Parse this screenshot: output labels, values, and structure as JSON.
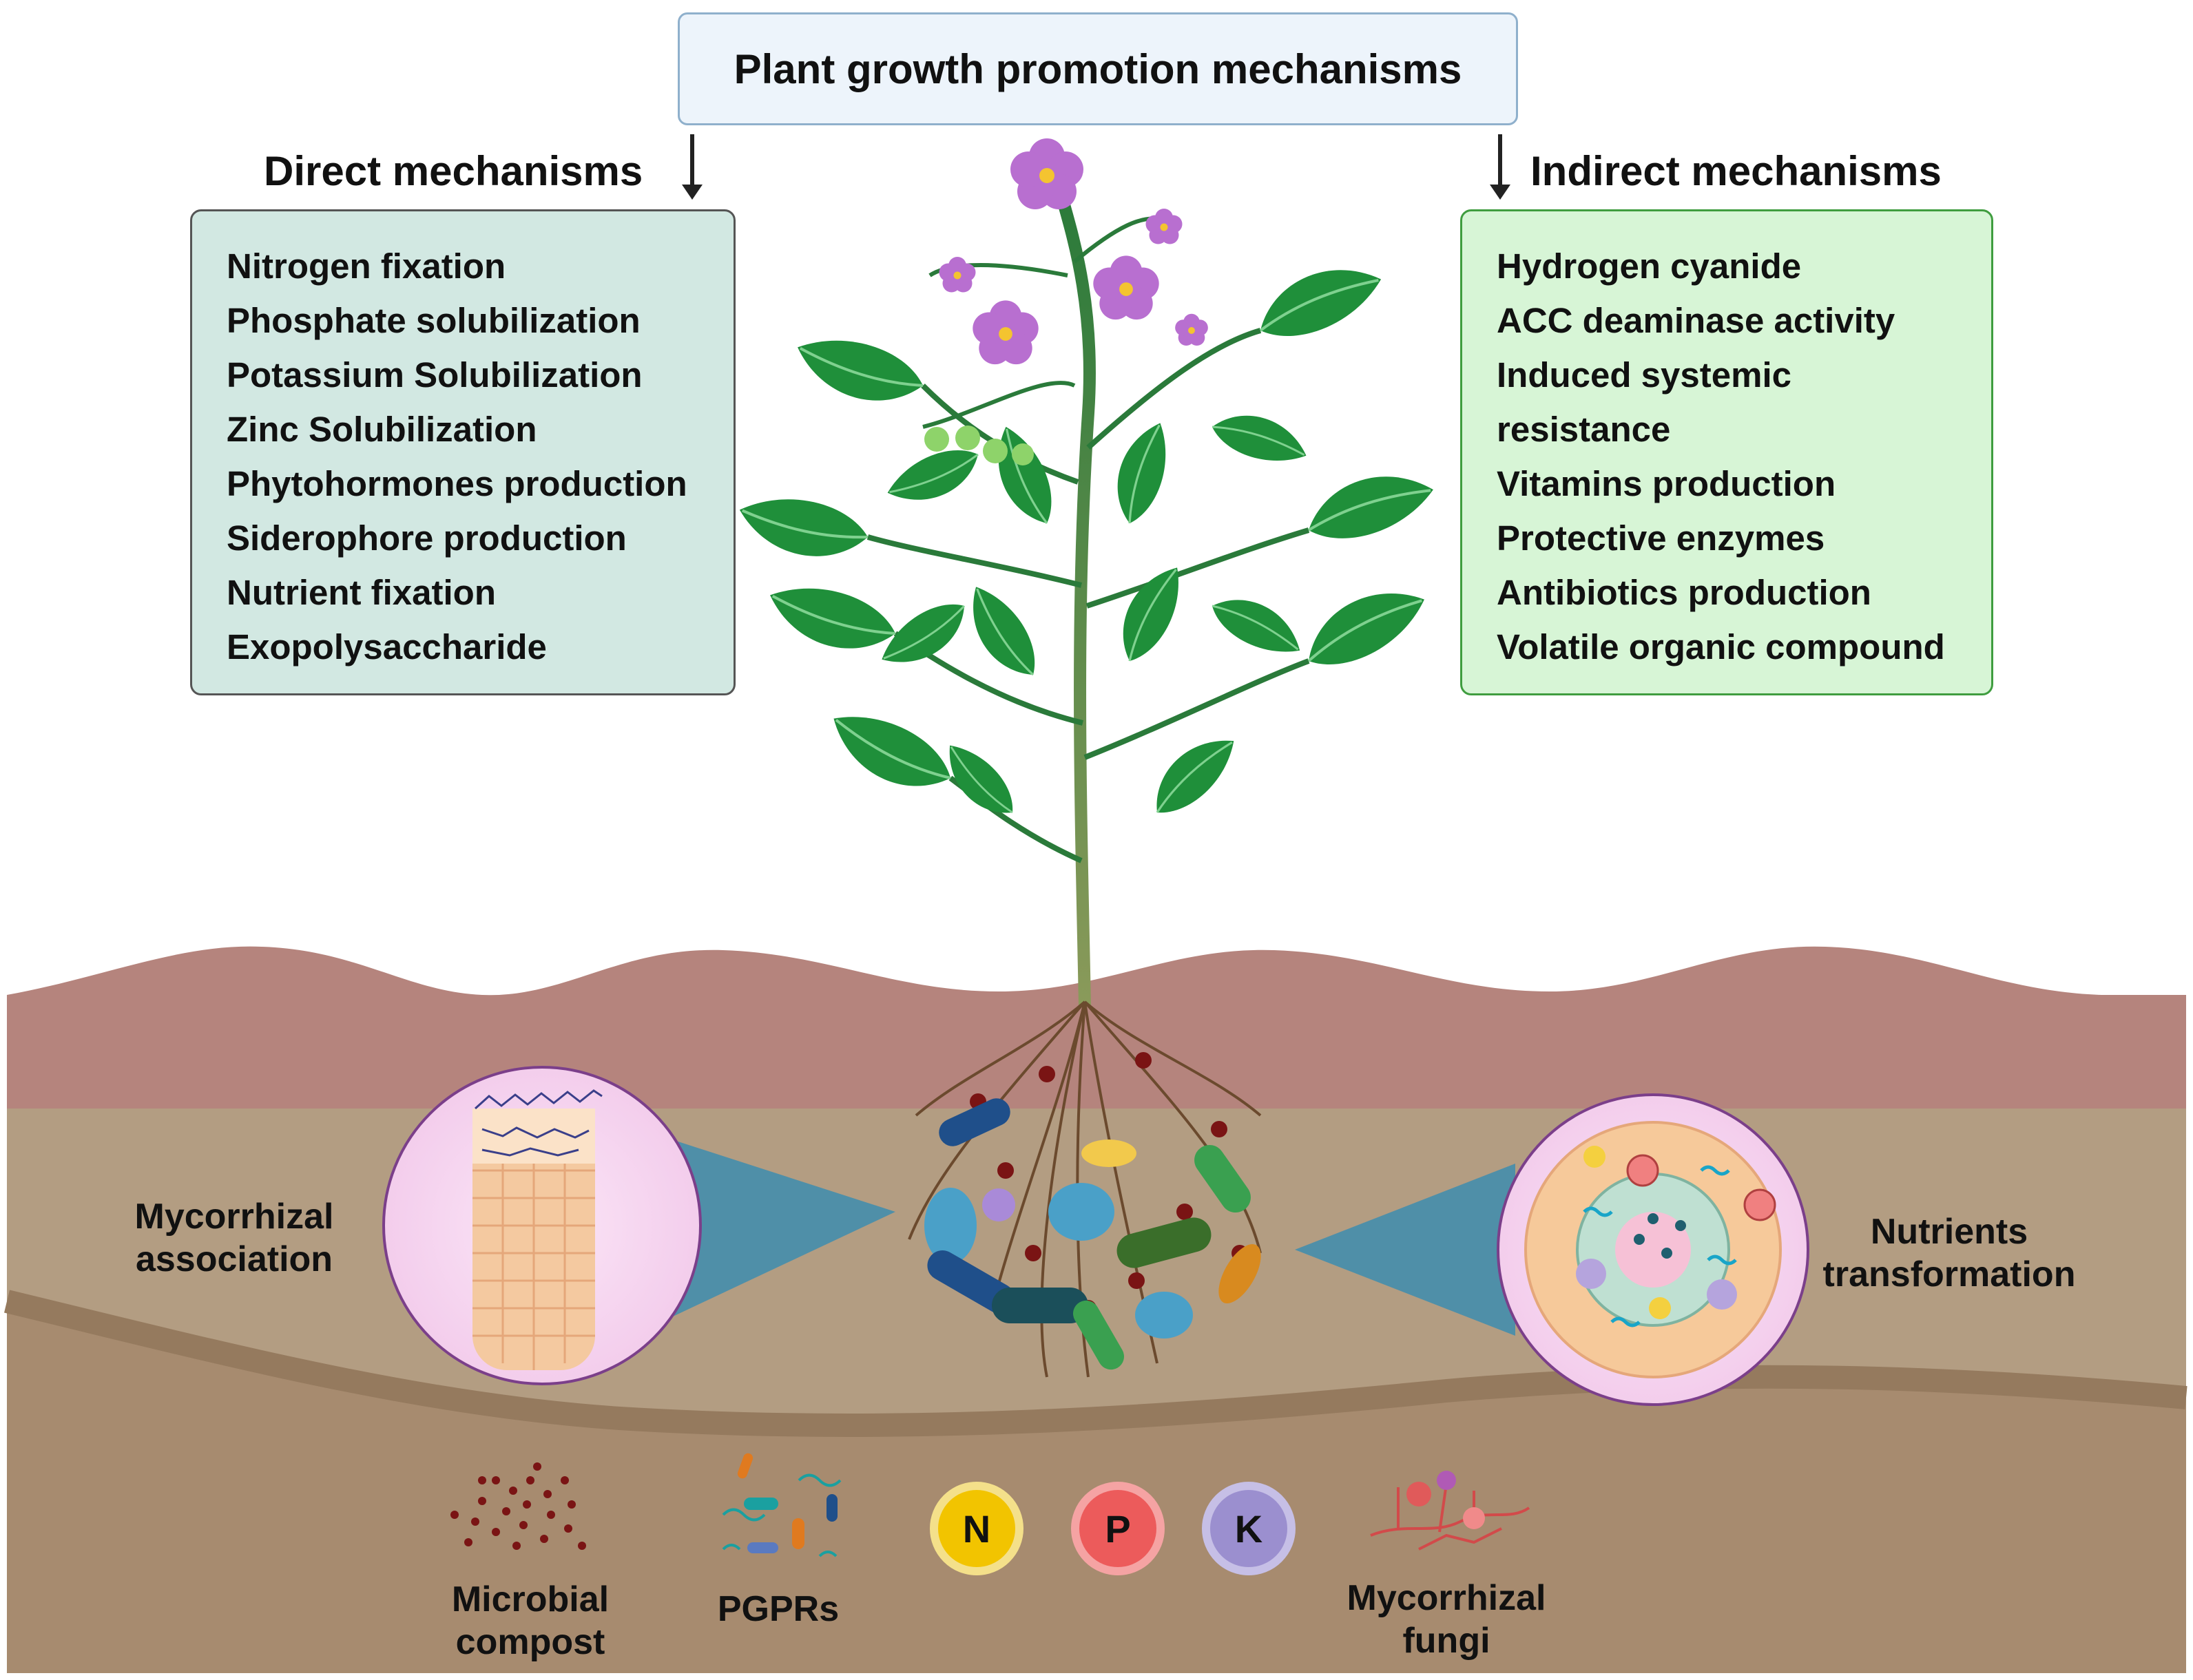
{
  "title": "Plant growth promotion mechanisms",
  "direct": {
    "heading": "Direct mechanisms",
    "items": [
      "Nitrogen fixation",
      "Phosphate solubilization",
      "Potassium Solubilization",
      "Zinc Solubilization",
      "Phytohormones production",
      "Siderophore production",
      "Nutrient fixation",
      "Exopolysaccharide"
    ]
  },
  "indirect": {
    "heading": "Indirect mechanisms",
    "items": [
      "Hydrogen cyanide",
      "ACC deaminase activity",
      "Induced systemic",
      "resistance",
      "Vitamins production",
      "Protective enzymes",
      "Antibiotics production",
      "Volatile organic compound"
    ]
  },
  "soil_labels": {
    "mycorrhizal_association": [
      "Mycorrhizal",
      "association"
    ],
    "nutrients_transformation": [
      "Nutrients",
      "transformation"
    ]
  },
  "legend": {
    "microbial_compost": [
      "Microbial",
      "compost"
    ],
    "pgprs": "PGPRs",
    "mycorrhizal_fungi": [
      "Mycorrhizal",
      "fungi"
    ],
    "nutrients": [
      "N",
      "P",
      "K"
    ]
  },
  "colors": {
    "soil_top": "#b5847d",
    "soil_middle": "#b39d82",
    "soil_bottom": "#a78b6f",
    "leaf": "#1f8f3a",
    "flower": "#b86fd0",
    "direct_box": "#d2e8e2",
    "indirect_box": "#d7f5d6",
    "n_color": "#f2c400",
    "p_color": "#ec5b5b",
    "k_color": "#9b8fcf"
  }
}
